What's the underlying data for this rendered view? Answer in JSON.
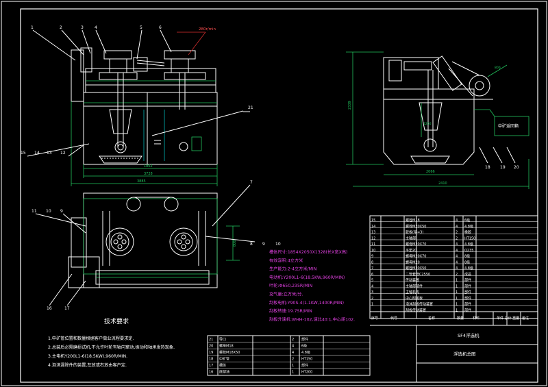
{
  "balloons_top": [
    "1",
    "2",
    "3",
    "4",
    "5",
    "6"
  ],
  "balloons_left": [
    "15",
    "14",
    "13",
    "12"
  ],
  "balloon_21": "21",
  "balloon_7": "7",
  "balloons_plan_left": [
    "11",
    "10",
    "9"
  ],
  "balloons_plan_right": [
    "8",
    "9",
    "10"
  ],
  "balloons_plan_bottom": [
    "16",
    "17"
  ],
  "balloons_side": [
    "18",
    "19",
    "20"
  ],
  "speed_label": "280r/min",
  "dims_front": [
    "1862",
    "3728",
    "3885"
  ],
  "dim_side_width": [
    "2066",
    "2410"
  ],
  "dim_side_height": "2339",
  "dim_side_small": [
    "1250",
    "800"
  ],
  "dim_plan": "800",
  "feed_box_label": "中矿返回箱",
  "specs": [
    "槽体尺寸:1854X2050X1328(长X宽X高)",
    "有效容积:4立方米",
    "生产能力:2-4立方米/MIN",
    "电动机:Y200L1-6(18.5KW,960R/MIN)",
    "叶轮:Φ650,235R/MIN",
    "充气量:立方米/分.",
    "刮板电机:Y90S-4(1.1KW,1400R/MIN)",
    "刮板转速:19.7SR/MIN",
    "刮板升速机:WHH-102,速比40:1,中心距102."
  ],
  "tech_req_title": "技术要求",
  "tech_reqs": [
    "1.中矿管位置和数量根据客户做业流程要求定.",
    "2.总装后必需磨损试机,不允许叶轮有轴向窜动,振动和轴承发热现象.",
    "3.主电机Y200L1-6(18.5KW),960R/MIN.",
    "4.泡沫漏除件的装置,左放或右放由客户定."
  ],
  "bom_right": [
    [
      "15",
      "螺栓M18",
      "4",
      "6级"
    ],
    [
      "14",
      "螺栓M20X50",
      "4",
      "4.8级"
    ],
    [
      "13",
      "胶板(厚=3)",
      "2",
      "橡胶"
    ],
    [
      "12",
      "主轴部",
      "2",
      "HT150"
    ],
    [
      "11",
      "螺母M20X70",
      "4",
      "4.8级"
    ],
    [
      "10",
      "平垫20",
      "4",
      "Q235"
    ],
    [
      "9",
      "螺母M20X70",
      "4",
      "8级"
    ],
    [
      "8",
      "螺母M20",
      "4",
      "8级"
    ],
    [
      "7",
      "螺栓M20X50",
      "4",
      "4.8级"
    ],
    [
      "6",
      "二管套管C2550",
      "2",
      "成品"
    ],
    [
      "5",
      "传动装置",
      "1",
      "部件"
    ],
    [
      "4",
      "主轴部部件",
      "1",
      "部件"
    ],
    [
      "3",
      "主轴机构",
      "1",
      "部件"
    ],
    [
      "2",
      "中心附属板",
      "1",
      "部件"
    ],
    [
      "1",
      "泡沫刮板传动装置",
      "1",
      "部件"
    ],
    [
      "",
      "刮板传动装置",
      "1",
      "部件"
    ]
  ],
  "bom_right_header": [
    "序号",
    "代号",
    "名称",
    "数量",
    "材料",
    "单件 总计 重量",
    "备注"
  ],
  "bom_bottom": [
    [
      "21",
      "导口",
      "2",
      "部件"
    ],
    [
      "20",
      "螺母M18",
      "4",
      "6级"
    ],
    [
      "19",
      "螺栓M18X50",
      "4",
      "4.8级"
    ],
    [
      "18",
      "中矿管",
      "2",
      "HT150"
    ],
    [
      "17",
      "槽体",
      "1",
      "部件"
    ],
    [
      "16",
      "底部油",
      "1",
      "HT200"
    ]
  ],
  "title_product": "SF4浮选机",
  "title_drawing": "浮选机总图"
}
